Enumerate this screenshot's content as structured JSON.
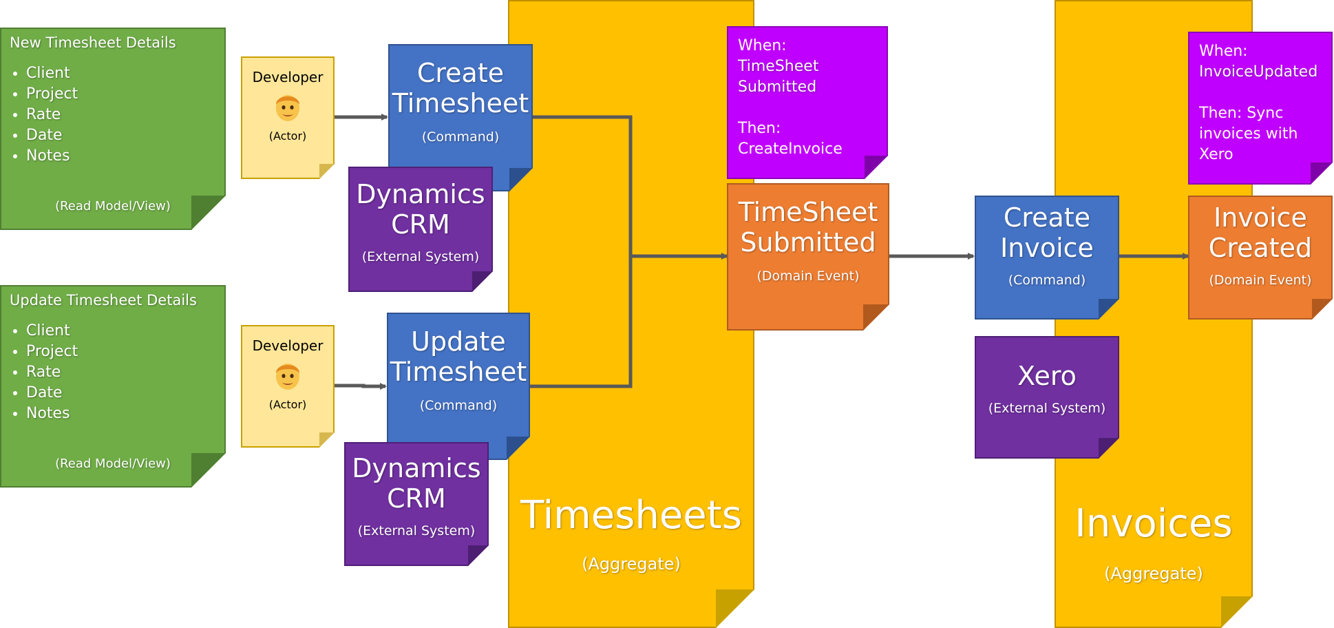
{
  "aggregates": [
    {
      "title": "Timesheets",
      "subtitle": "(Aggregate)"
    },
    {
      "title": "Invoices",
      "subtitle": "(Aggregate)"
    }
  ],
  "read_models": [
    {
      "title": "New Timesheet Details",
      "items": [
        "Client",
        "Project",
        "Rate",
        "Date",
        "Notes"
      ],
      "subtitle": "(Read Model/View)"
    },
    {
      "title": "Update Timesheet Details",
      "items": [
        "Client",
        "Project",
        "Rate",
        "Date",
        "Notes"
      ],
      "subtitle": "(Read Model/View)"
    }
  ],
  "actors": [
    {
      "label": "Developer",
      "subtitle": "(Actor)"
    },
    {
      "label": "Developer",
      "subtitle": "(Actor)"
    }
  ],
  "commands": [
    {
      "title": "Create\nTimesheet",
      "subtitle": "(Command)"
    },
    {
      "title": "Update\nTimesheet",
      "subtitle": "(Command)"
    },
    {
      "title": "Create\nInvoice",
      "subtitle": "(Command)"
    }
  ],
  "external_systems": [
    {
      "title": "Dynamics\nCRM",
      "subtitle": "(External System)"
    },
    {
      "title": "Dynamics\nCRM",
      "subtitle": "(External System)"
    },
    {
      "title": "Xero",
      "subtitle": "(External System)"
    }
  ],
  "events": [
    {
      "title": "TimeSheet\nSubmitted",
      "subtitle": "(Domain Event)"
    },
    {
      "title": "Invoice\nCreated",
      "subtitle": "(Domain Event)"
    }
  ],
  "policies": [
    {
      "when_label": "When:",
      "when_value": "TimeSheet\nSubmitted",
      "then_text": "Then:\nCreateInvoice"
    },
    {
      "when_label": "When:",
      "when_value": "InvoiceUpdated",
      "then_text": "Then: Sync\ninvoices with\nXero"
    }
  ],
  "colors": {
    "aggregate": "#ffc000",
    "read_model": "#70ad47",
    "actor": "#ffe699",
    "command": "#4472c4",
    "external_system": "#7030a0",
    "domain_event": "#ed7d31",
    "policy": "#c000ff",
    "connector": "#595959"
  },
  "icons": {
    "actor": "person-face-icon"
  }
}
